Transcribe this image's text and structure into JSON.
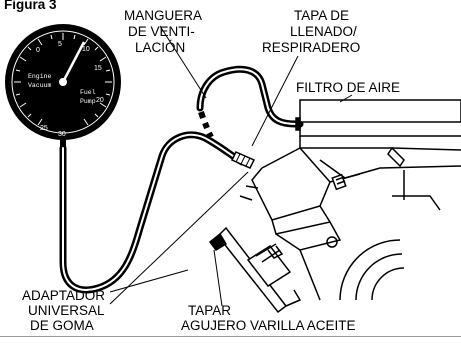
{
  "figure_label": "Figura 3",
  "labels": {
    "hose_line1": "MANGUERA",
    "hose_line2": "DE VENTI-",
    "hose_line3": "LACIÓN",
    "cap_line1": "TAPA DE",
    "cap_line2": "LLENADO/",
    "cap_line3": "RESPIRADERO",
    "air_filter": "FILTRO DE AIRE",
    "adapter_line1": "ADAPTADOR",
    "adapter_line2": "UNIVERSAL",
    "adapter_line3": "DE GOMA",
    "plug_line1": "TAPAR",
    "plug_line2": "AGUJERO VARILLA ACEITE"
  },
  "gauge": {
    "label_top": "Engine",
    "label_bottom": "Vacuum",
    "label_right_top": "Fuel",
    "label_right_bottom": "Pump",
    "ticks": [
      "0",
      "5",
      "10",
      "15",
      "20",
      "25",
      "30"
    ]
  },
  "colors": {
    "ink": "#000000",
    "paper": "#ffffff",
    "rule": "#9a9a9a"
  }
}
